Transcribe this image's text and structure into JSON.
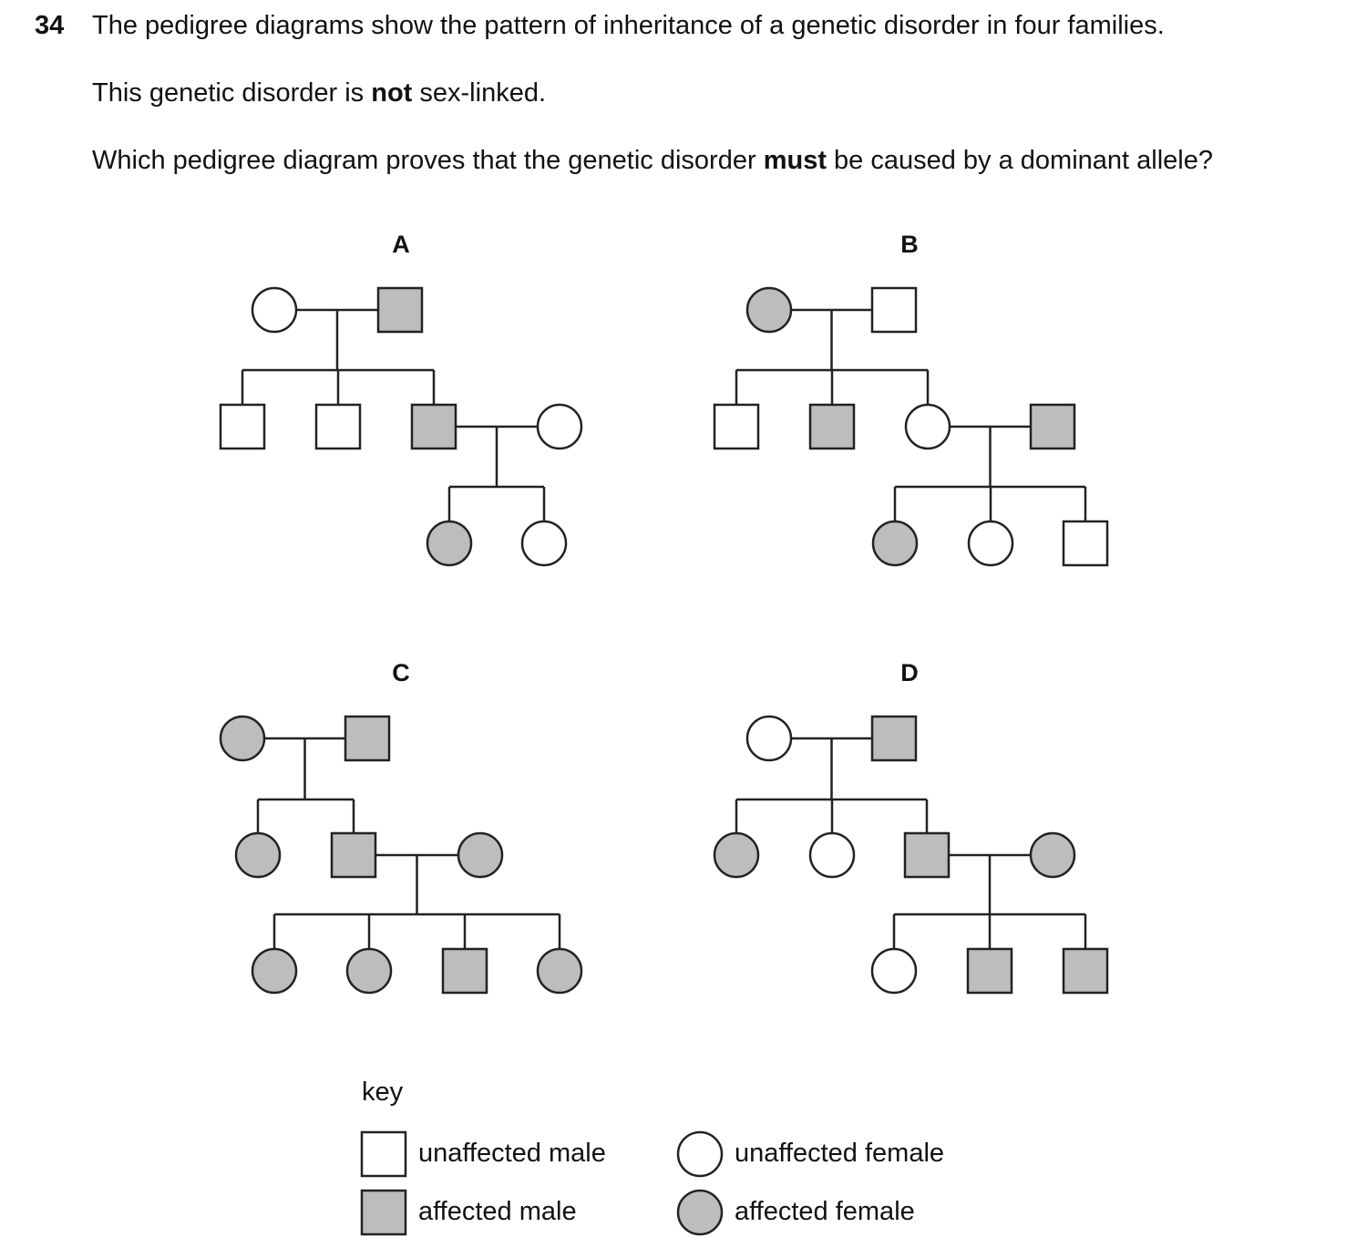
{
  "question": {
    "number": "34",
    "intro": "The pedigree diagrams show the pattern of inheritance of a genetic disorder in four families.",
    "note_pre": "This genetic disorder is ",
    "note_bold": "not",
    "note_post": " sex-linked.",
    "ask_pre": "Which pedigree diagram proves that the genetic disorder ",
    "ask_bold": "must",
    "ask_post": " be caused by a dominant allele?"
  },
  "pedigrees": [
    {
      "label": "A"
    },
    {
      "label": "B"
    },
    {
      "label": "C"
    },
    {
      "label": "D"
    }
  ],
  "key": {
    "title": "key",
    "unaffected_male": "unaffected male",
    "affected_male": "affected male",
    "unaffected_female": "unaffected female",
    "affected_female": "affected female"
  },
  "colors": {
    "affected": "#bdbdbd",
    "unaffected": "#ffffff",
    "stroke": "#222222"
  }
}
